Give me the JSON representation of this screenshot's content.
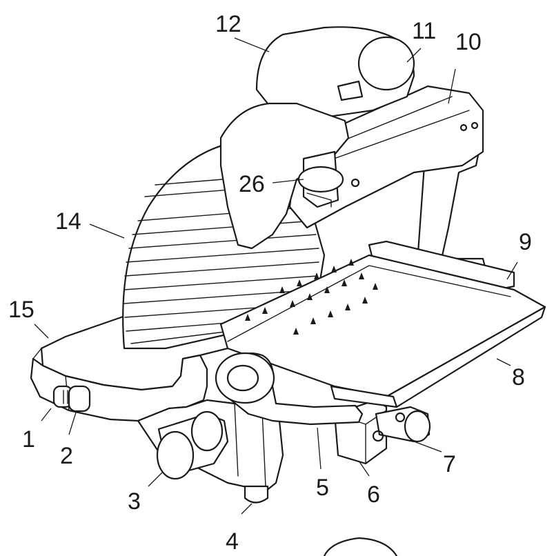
{
  "diagram": {
    "callouts": [
      {
        "id": "c1",
        "label": "1"
      },
      {
        "id": "c2",
        "label": "2"
      },
      {
        "id": "c3",
        "label": "3"
      },
      {
        "id": "c4",
        "label": "4"
      },
      {
        "id": "c5",
        "label": "5"
      },
      {
        "id": "c6",
        "label": "6"
      },
      {
        "id": "c7",
        "label": "7"
      },
      {
        "id": "c8",
        "label": "8"
      },
      {
        "id": "c9",
        "label": "9"
      },
      {
        "id": "c10",
        "label": "10"
      },
      {
        "id": "c11",
        "label": "11"
      },
      {
        "id": "c12",
        "label": "12"
      },
      {
        "id": "c14",
        "label": "14"
      },
      {
        "id": "c15",
        "label": "15"
      },
      {
        "id": "c26",
        "label": "26"
      }
    ]
  },
  "colors": {
    "line": "#1a1a1a",
    "background": "#ffffff"
  }
}
